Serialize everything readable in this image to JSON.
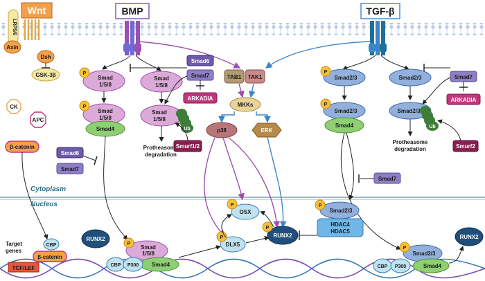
{
  "ligands": {
    "wnt": "Wnt",
    "bmp": "BMP",
    "tgfb": "TGF-β"
  },
  "wnt_path": {
    "lrp": "LRP5/6",
    "axin": "Axin",
    "dsh": "Dsh",
    "gsk": "GSK-3β",
    "ck": "CK",
    "apc": "APC",
    "bcatenin": "β-catenin",
    "target_genes": [
      "Target",
      "genes"
    ],
    "cbp": "CBP",
    "tcf": "TCF/LEF",
    "bcat_nuc": "β-catenin"
  },
  "phospho": "P",
  "bmp_path": {
    "smad158": [
      "Smad",
      "1/5/8"
    ],
    "smad4": "Smad4",
    "smad6": "Smad6",
    "smad7": "Smad7",
    "arkadia": "ARKADIA",
    "ub": "Ub",
    "degradation": [
      "Protheasome",
      "degradation"
    ],
    "smurf": "Smurf1/2",
    "smad6_b": "Smad6",
    "smad7_b": "Smad7"
  },
  "mapk": {
    "tab1": "TAB1",
    "tak1": "TAK1",
    "mkks": "MKKs",
    "p38": "p38",
    "erk": "ERK"
  },
  "tgf_path": {
    "smad23": "Smad2/3",
    "smad4": "Smad4",
    "smad7": "Smad7",
    "arkadia": "ARKADIA",
    "ub": "Ub",
    "degradation": [
      "Protheasome",
      "degradation"
    ],
    "smurf2": "Smurf2",
    "smad7_mid": "Smad7"
  },
  "compartments": {
    "cytoplasm": "Cytoplasm",
    "nucleus": "Nucleus"
  },
  "nucleus": {
    "runx2": "RUNX2",
    "osx": "OSX",
    "dlx5": "DLX5",
    "cbp": "CBP",
    "p300": "P300",
    "smad158": [
      "Smad",
      "1/5/8"
    ],
    "smad4": "Smad4",
    "smad23": "Smad2/3",
    "hdac": [
      "HDAC4",
      "HDAC5"
    ]
  },
  "colors": {
    "pink": "#dcaad8",
    "blue": "#93b0dc",
    "green": "#8fcf74",
    "orange": "#f2a14a",
    "purple_arrow": "#9b4fb0",
    "blue_arrow": "#3a86c8",
    "runx": "#1f4f7a",
    "magenta": "#c2357c"
  }
}
